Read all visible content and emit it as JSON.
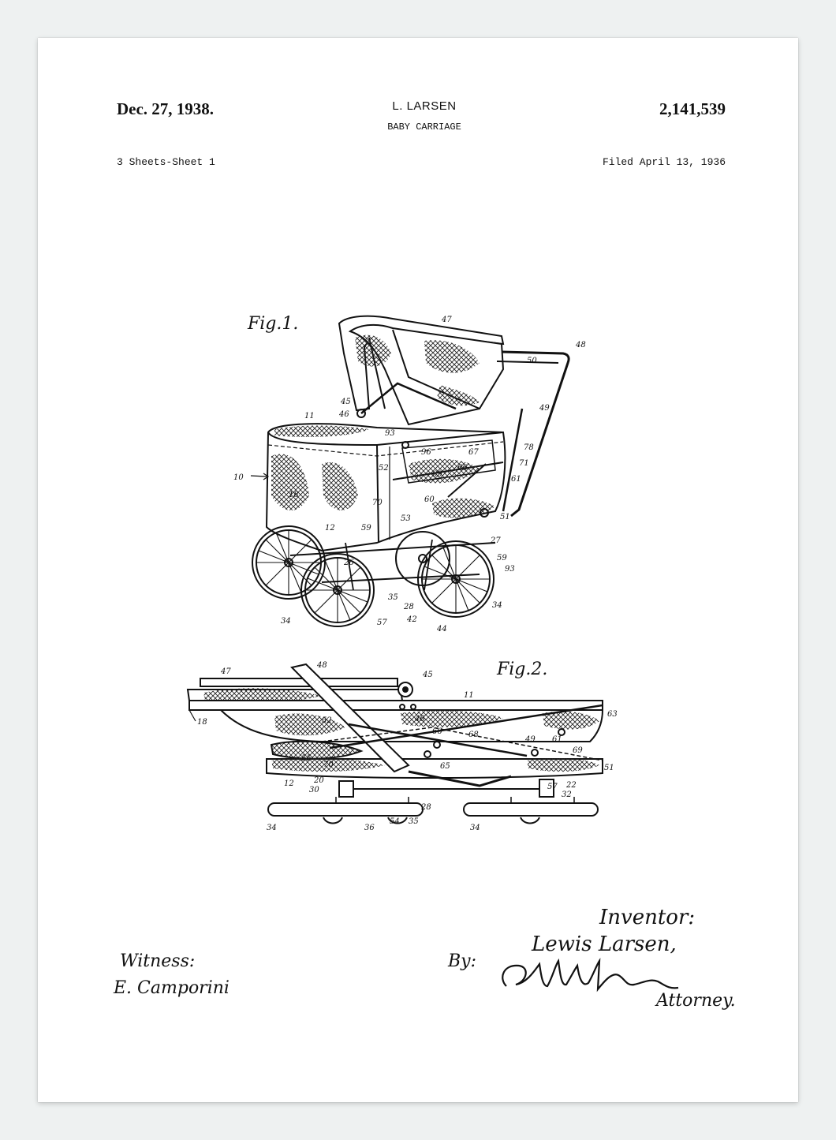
{
  "header": {
    "date": "Dec. 27, 1938.",
    "inventor_name": "L. LARSEN",
    "title": "BABY CARRIAGE",
    "patent_number": "2,141,539",
    "sheets": "3 Sheets-Sheet 1",
    "filed": "Filed April 13, 1936"
  },
  "figures": {
    "fig1_label": "Fig.1.",
    "fig2_label": "Fig.2.",
    "fig1_refs": [
      "47",
      "48",
      "50",
      "49",
      "45",
      "46",
      "11",
      "93",
      "96",
      "67",
      "78",
      "71",
      "61",
      "10",
      "52",
      "66",
      "69",
      "18",
      "70",
      "60",
      "51",
      "12",
      "53",
      "59",
      "27",
      "26",
      "59",
      "93",
      "35",
      "28",
      "34",
      "57",
      "42",
      "44",
      "34"
    ],
    "fig2_refs": [
      "47",
      "48",
      "45",
      "11",
      "18",
      "52",
      "46",
      "66",
      "68",
      "49",
      "61",
      "63",
      "69",
      "55",
      "70",
      "65",
      "51",
      "12",
      "20",
      "30",
      "57",
      "22",
      "32",
      "28",
      "34",
      "36",
      "54",
      "35",
      "34"
    ]
  },
  "signatures": {
    "inventor_heading": "Inventor:",
    "inventor_signature": "Lewis Larsen,",
    "witness_heading": "Witness:",
    "witness_signature": "E. Camporini",
    "by": "By:",
    "attorney": "Attorney."
  }
}
